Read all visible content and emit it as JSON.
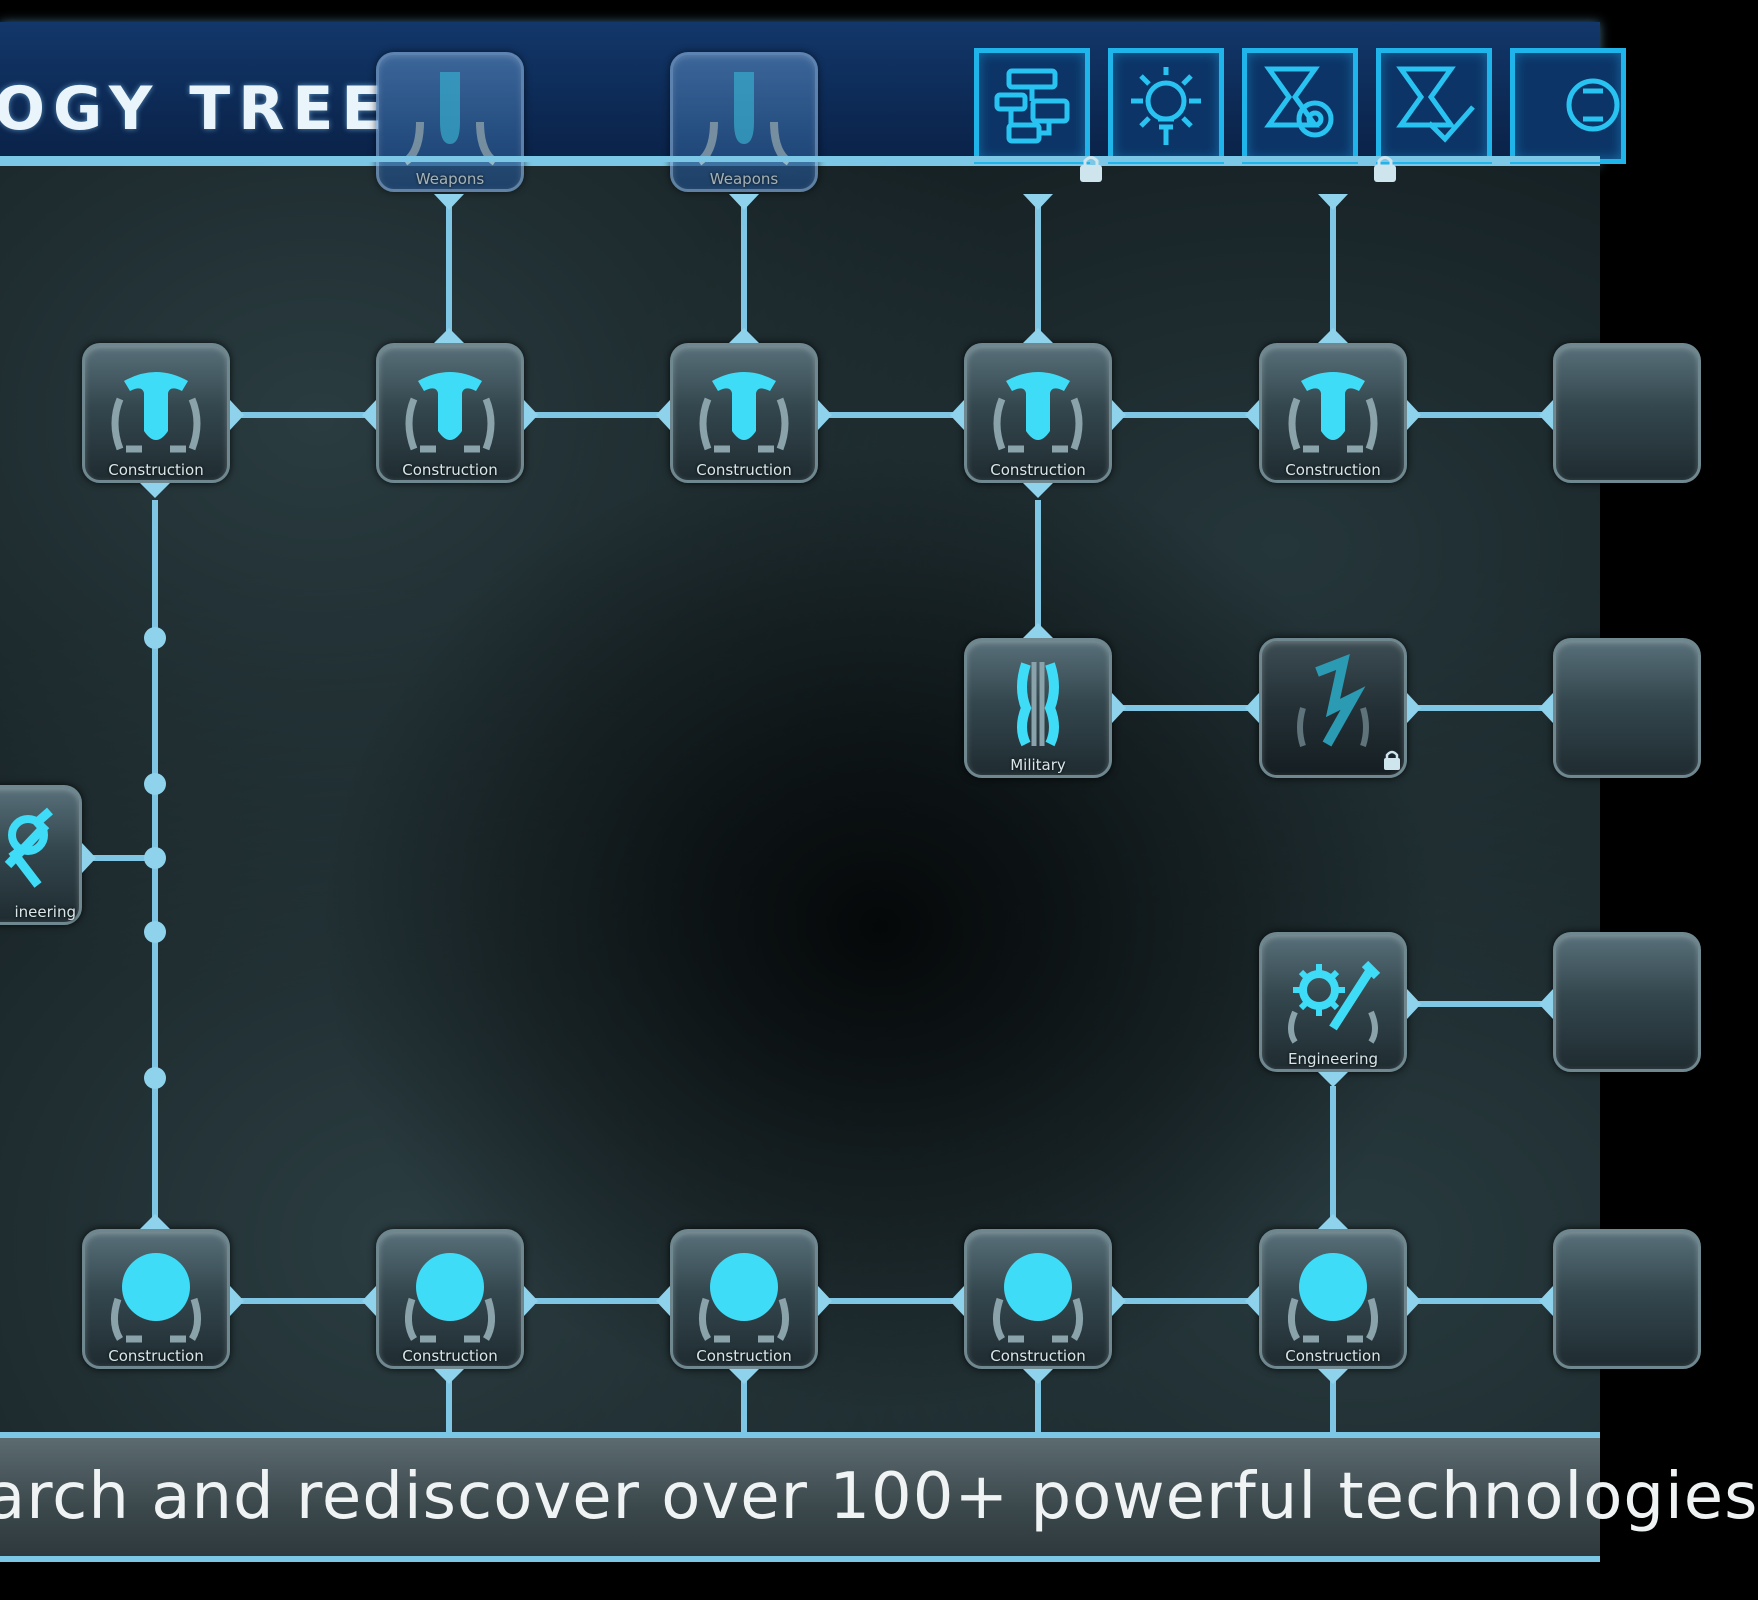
{
  "header": {
    "title": "OGY TREE",
    "buttons": [
      {
        "icon": "stack-connect-icon"
      },
      {
        "icon": "lightbulb-icon"
      },
      {
        "icon": "flask-gear-icon"
      },
      {
        "icon": "checkmark-icon"
      },
      {
        "icon": "partial-icon"
      }
    ]
  },
  "nodes": {
    "weapons_1": {
      "label": "Weapons"
    },
    "weapons_2": {
      "label": "Weapons"
    },
    "top_partial_1": {
      "label": ""
    },
    "top_partial_2": {
      "label": ""
    },
    "construction_row1": [
      "Construction",
      "Construction",
      "Construction",
      "Construction",
      "Construction"
    ],
    "military_1": {
      "label": "Military"
    },
    "military_2": {
      "label": ""
    },
    "engineering_left": {
      "label": "ineering"
    },
    "engineering_right": {
      "label": "Engineering"
    },
    "construction_row2": [
      "Construction",
      "Construction",
      "Construction",
      "Construction",
      "Construction"
    ]
  },
  "banner": {
    "text": "arch and rediscover over 100+ powerful technologies"
  },
  "colors": {
    "accent": "#39d6f5",
    "line": "#7ec6e4",
    "header": "#0d2a55",
    "button_border": "#1fb4ea"
  }
}
